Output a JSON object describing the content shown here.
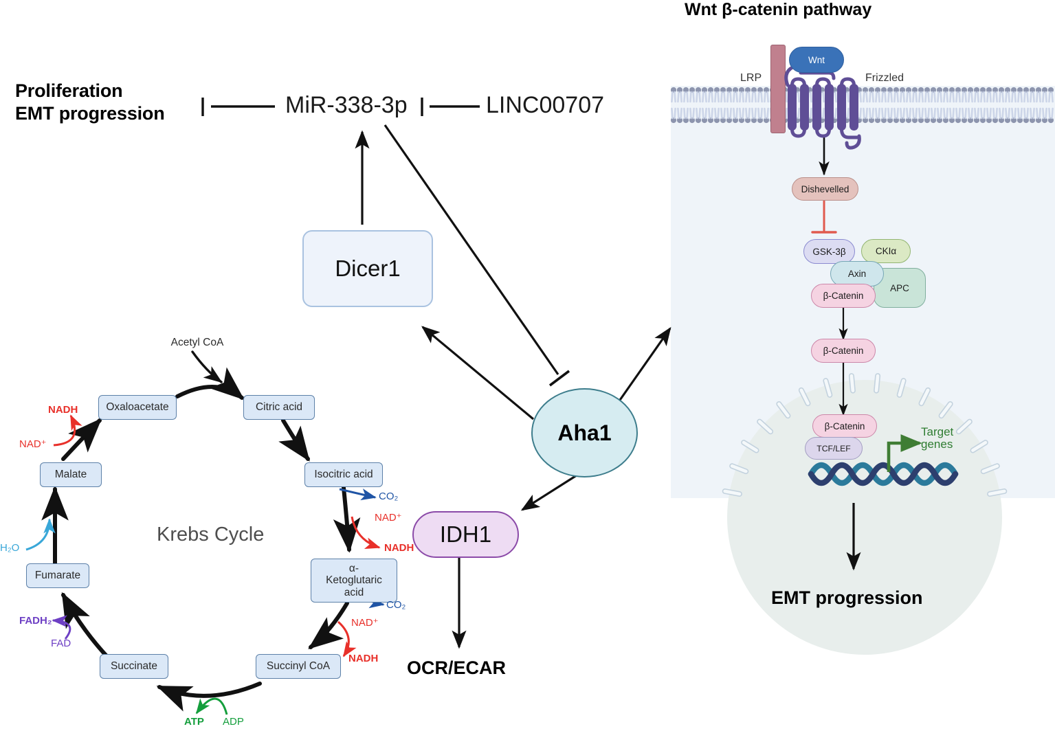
{
  "left_panel": {
    "outcome_label": {
      "line1": "Proliferation",
      "line2": "EMT progression"
    },
    "mir": "MiR-338-3p",
    "linc": "LINC00707",
    "dicer": "Dicer1",
    "aha1": "Aha1",
    "idh1": "IDH1",
    "ocr_ecar": "OCR/ECAR"
  },
  "krebs": {
    "title": "Krebs Cycle",
    "acetyl": "Acetyl CoA",
    "metabolites": [
      {
        "id": "oxaloacetate",
        "label": "Oxaloacetate"
      },
      {
        "id": "citric",
        "label": "Citric acid"
      },
      {
        "id": "isocitric",
        "label": "Isocitric acid"
      },
      {
        "id": "akg",
        "label": "α-\nKetoglutaric\nacid"
      },
      {
        "id": "succinyl",
        "label": "Succinyl CoA"
      },
      {
        "id": "succinate",
        "label": "Succinate"
      },
      {
        "id": "fumarate",
        "label": "Fumarate"
      },
      {
        "id": "malate",
        "label": "Malate"
      }
    ],
    "cofactors": {
      "nadh_mal": "NADH",
      "nadplus_mal": "NAD⁺",
      "h2o": "H₂O",
      "fadh2": "FADH₂",
      "fad": "FAD",
      "atp": "ATP",
      "adp": "ADP",
      "co2_iso": "CO₂",
      "nadplus_iso": "NAD⁺",
      "nadh_iso": "NADH",
      "co2_akg": "CO₂",
      "nadplus_akg": "NAD⁺",
      "nadh_akg": "NADH"
    }
  },
  "wnt_panel": {
    "title": "Wnt β-catenin pathway",
    "membrane_labels": {
      "lrp": "LRP",
      "frizzled": "Frizzled"
    },
    "wnt_ligand": "Wnt",
    "dishevelled": "Dishevelled",
    "complex": [
      {
        "id": "gsk3b",
        "label": "GSK-3β"
      },
      {
        "id": "ckia",
        "label": "CKIα"
      },
      {
        "id": "axin",
        "label": "Axin"
      },
      {
        "id": "apc",
        "label": "APC"
      },
      {
        "id": "bcat_complex",
        "label": "β-Catenin"
      }
    ],
    "bcat_free": "β-Catenin",
    "bcat_nuclear": "β-Catenin",
    "tcf_lef": "TCF/LEF",
    "target_genes": {
      "line1": "Target",
      "line2": "genes"
    },
    "emt_progression": "EMT progression"
  },
  "colors": {
    "metabolite_fill": "#dbe8f7",
    "metabolite_stroke": "#5c80a8",
    "aha1_fill": "#d6ecf1",
    "aha1_stroke": "#3d7d8c",
    "idh1_fill": "#eedcf3",
    "idh1_stroke": "#8b4aa8",
    "dicer_fill": "#eef3fb",
    "dicer_stroke": "#a9c2e0",
    "cytoplasm": "#eff4f9",
    "nucleus": "#e8eeec",
    "wnt_blue": "#3a72b8",
    "frizzled_purple": "#5f4e96",
    "lrp_rose": "#c0808e",
    "dishevelled": "#e4c2bd",
    "gsk3b": "#dcdcf2",
    "ckia": "#dbe9c4",
    "axin": "#cfe6ec",
    "apc": "#c9e4d8",
    "bcatenin": "#f5d3e2",
    "tcflef": "#dcd6ec",
    "dna_dark": "#2d3f6e",
    "dna_teal": "#2b7a9b",
    "target_green": "#2f7d32",
    "inhibit_red": "#e05a4e",
    "nadh_red": "#e8302a",
    "co2_blue": "#1f54a5",
    "fad_purple": "#6d3fc4",
    "atp_green": "#149e3c",
    "h2o_cyan": "#39a7d8"
  }
}
